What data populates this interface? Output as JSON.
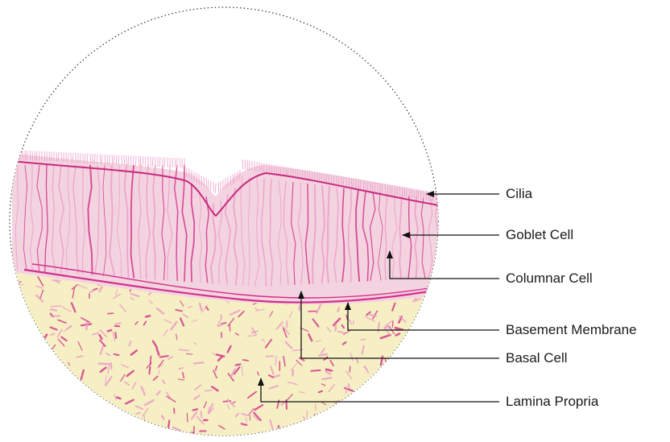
{
  "diagram": {
    "labels": [
      {
        "id": "cilia",
        "text": "Cilia"
      },
      {
        "id": "goblet",
        "text": "Goblet Cell"
      },
      {
        "id": "columnar",
        "text": "Columnar Cell"
      },
      {
        "id": "basement",
        "text": "Basement Membrane"
      },
      {
        "id": "basal",
        "text": "Basal Cell"
      },
      {
        "id": "lamina",
        "text": "Lamina Propria"
      }
    ],
    "colors": {
      "background": "#f6efc4",
      "stain_dark": "#d2308a",
      "stain_light": "#ec9cc6",
      "epithelium_tint": "#f3d3e0",
      "leader_line": "#111111",
      "outline": "#333333"
    }
  }
}
